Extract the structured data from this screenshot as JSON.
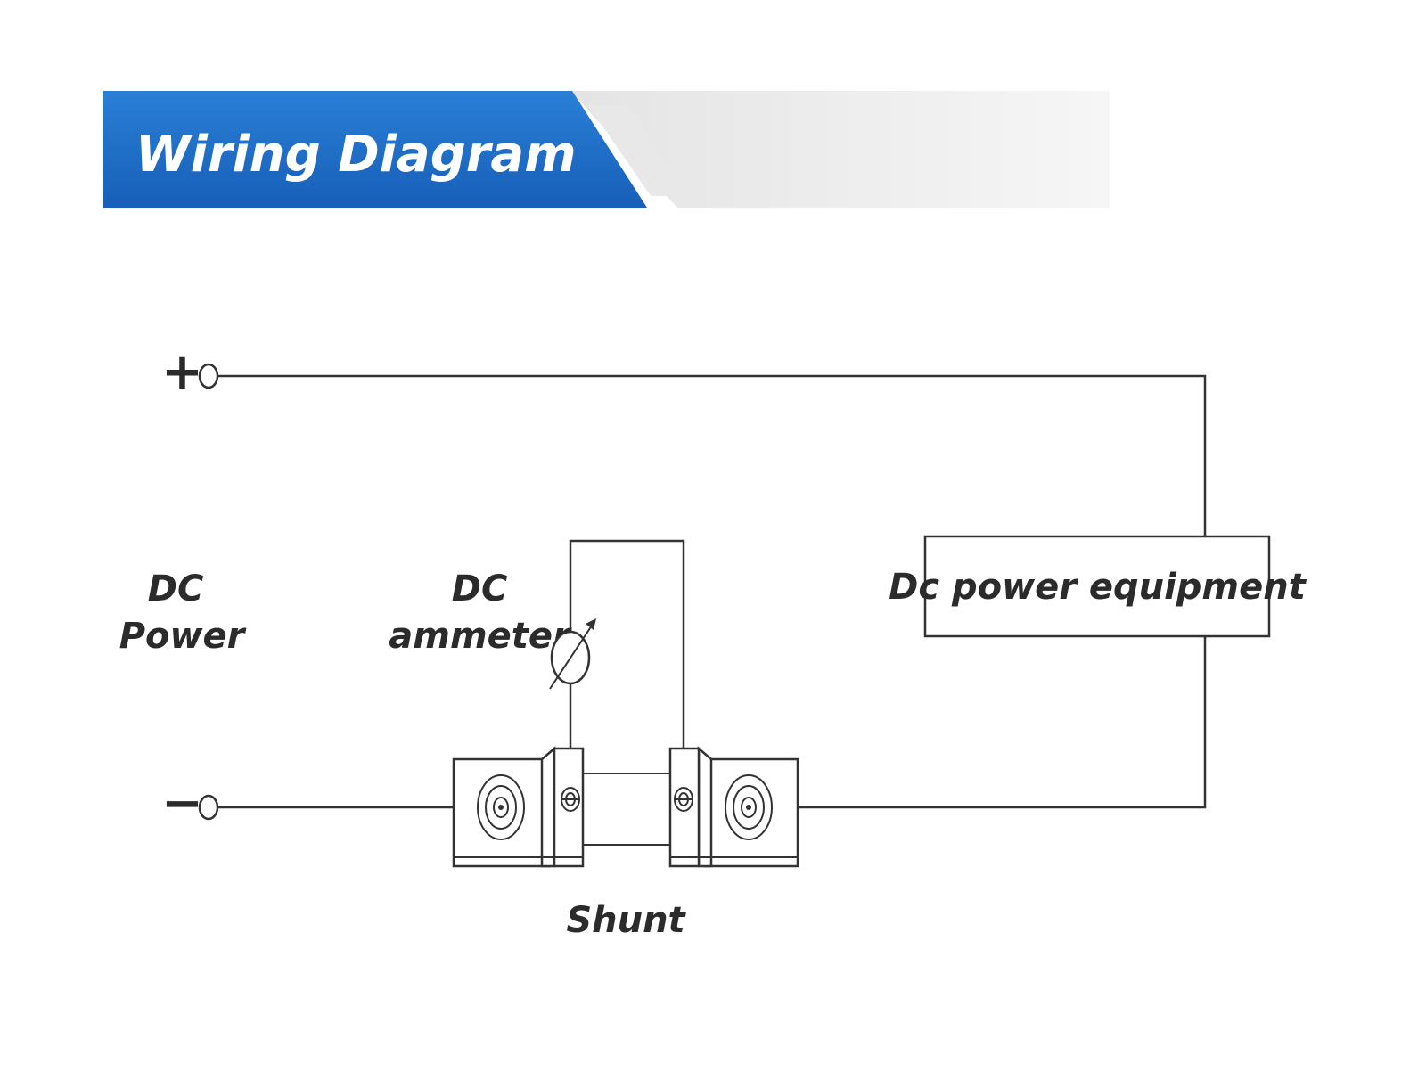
{
  "banner": {
    "title": "Wiring Diagram",
    "color": "#1f6cc7"
  },
  "terminals": {
    "positive_symbol": "+",
    "negative_symbol": "−"
  },
  "labels": {
    "dc_power": [
      "DC",
      "Power"
    ],
    "dc_ammeter": [
      "DC",
      "ammeter"
    ],
    "shunt": "Shunt",
    "equipment": "Dc power equipment"
  }
}
